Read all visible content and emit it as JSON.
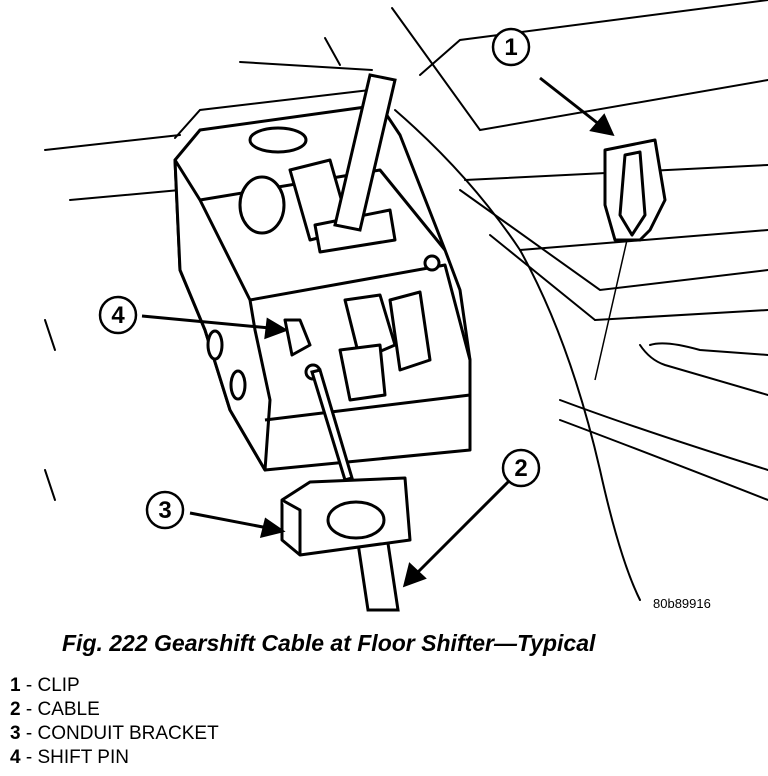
{
  "figure": {
    "art_code": "80b89916",
    "caption": "Fig. 222 Gearshift Cable at Floor Shifter—Typical"
  },
  "callouts": [
    "1",
    "2",
    "3",
    "4"
  ],
  "legend": [
    {
      "num": "1",
      "sep": " - ",
      "label": "CLIP"
    },
    {
      "num": "2",
      "sep": " - ",
      "label": "CABLE"
    },
    {
      "num": "3",
      "sep": " - ",
      "label": "CONDUIT BRACKET"
    },
    {
      "num": "4",
      "sep": " - ",
      "label": "SHIFT PIN"
    }
  ]
}
